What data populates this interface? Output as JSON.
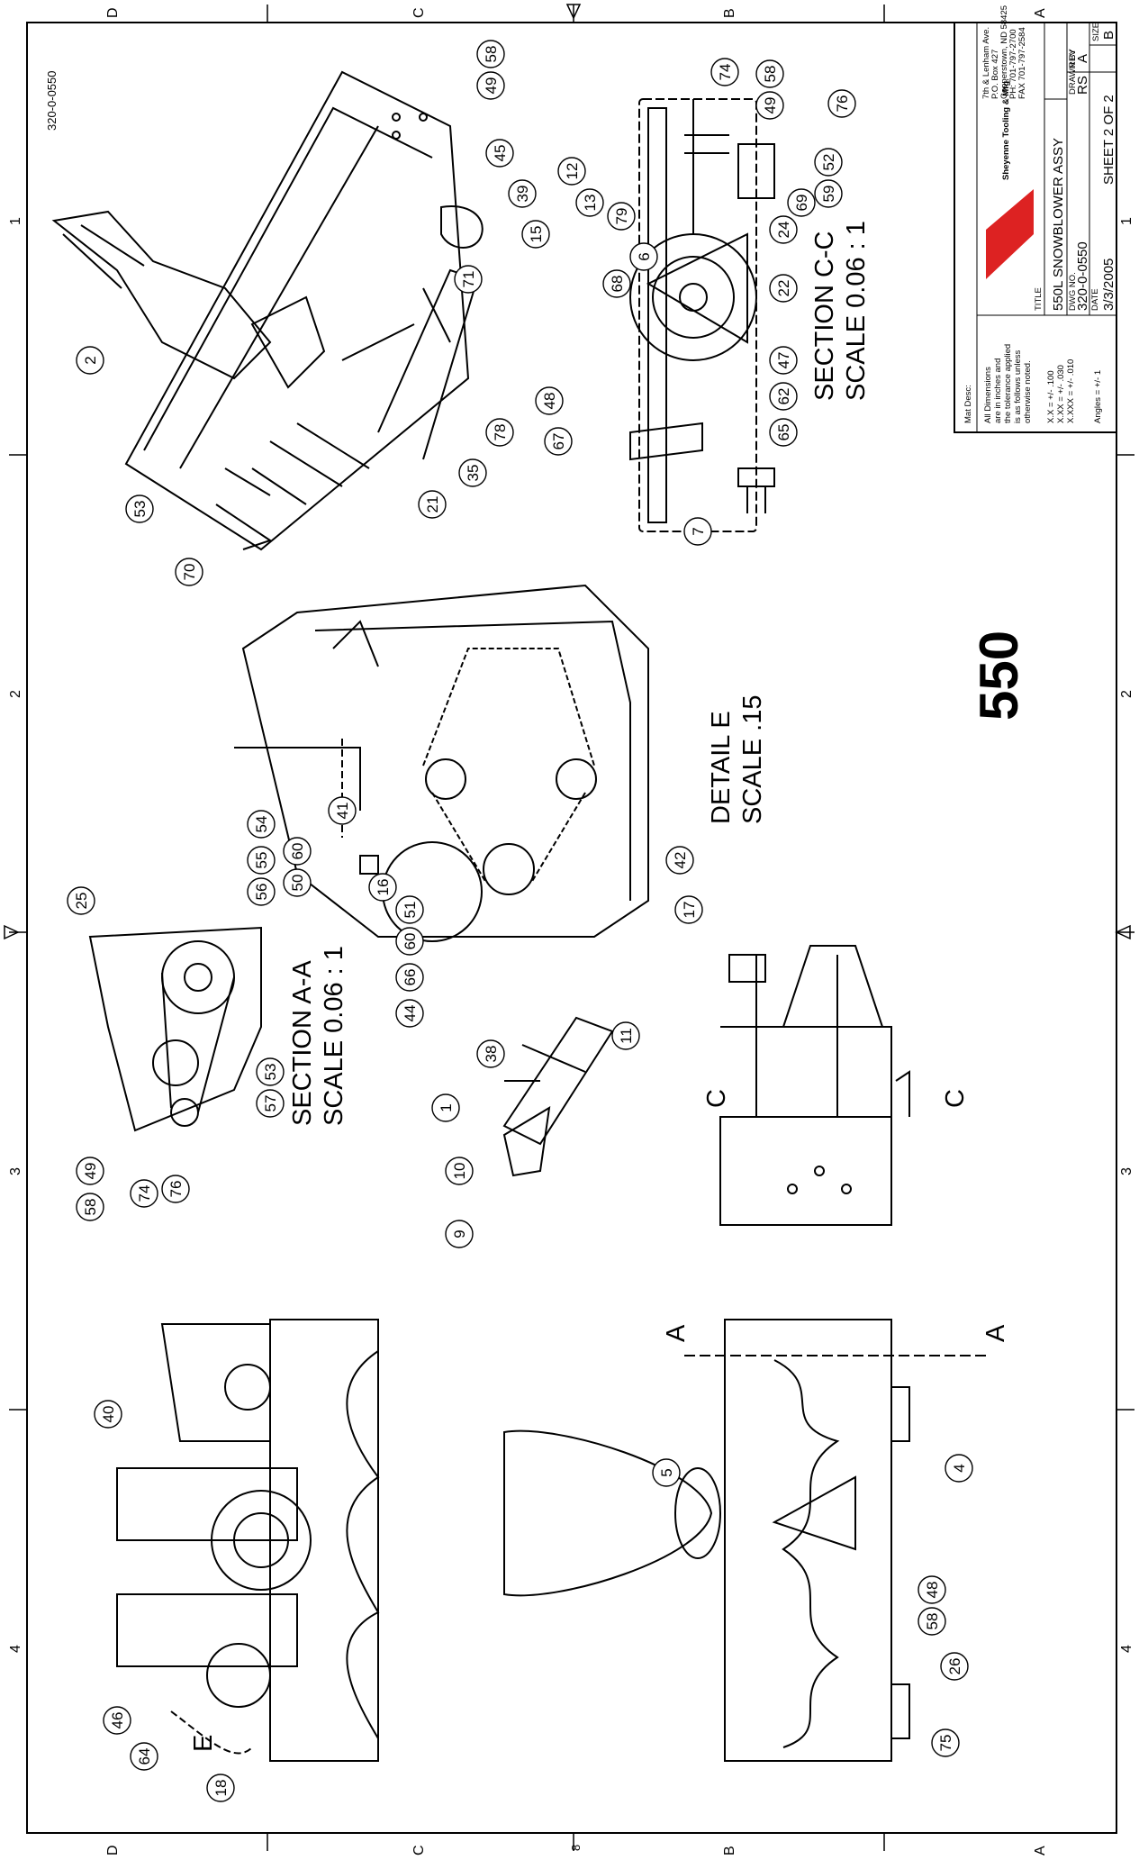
{
  "drawing_number_corner": "320-0-0550",
  "page_mark": "8",
  "model_number": "550",
  "zones": {
    "rows": [
      "D",
      "C",
      "B",
      "A"
    ],
    "cols": [
      "1",
      "2",
      "3",
      "4"
    ]
  },
  "sections": {
    "section_cc": [
      "SECTION C-C",
      "SCALE 0.06 : 1"
    ],
    "detail_e": [
      "DETAIL  E",
      "SCALE .15"
    ],
    "section_aa": [
      "SECTION A-A",
      "SCALE 0.06 : 1"
    ]
  },
  "section_letters": {
    "a": "A",
    "c": "C",
    "e": "E"
  },
  "title_block": {
    "mat_desc": "Mat Desc:",
    "notes": [
      "All Dimensions",
      "are in inches and",
      "the tolerance applied",
      "is as follows unless",
      "otherwise noted."
    ],
    "tolerances": [
      "X.X = +/- .100",
      "X.XX = +/- .030",
      "X.XXX = +/- .010"
    ],
    "angles": "Angles = +/- 1",
    "company": "Sheyenne Tooling & Mfg.",
    "address": [
      "7th & Lenham Ave.",
      "P.O. Box 427",
      "Cooperstown, ND 58425",
      "PH: 701-797-2700",
      "FAX 701-797-2584"
    ],
    "title_label": "TITLE",
    "title": "550L SNOWBLOWER ASSY",
    "dwg_no_label": "DWG NO.",
    "dwg_no": "320-0-0550",
    "drawn_by_label": "DRAWN BY",
    "drawn_by": "RS",
    "rev_label": "REV",
    "rev": "A",
    "date_label": "DATE",
    "date": "3/3/2005",
    "sheet": "SHEET 2 OF 2",
    "size_label": "SIZE",
    "size": "B"
  },
  "balloons": [
    "58",
    "49",
    "45",
    "39",
    "15",
    "71",
    "12",
    "13",
    "79",
    "6",
    "68",
    "74",
    "58",
    "49",
    "76",
    "52",
    "59",
    "69",
    "24",
    "22",
    "47",
    "62",
    "65",
    "2",
    "48",
    "67",
    "78",
    "35",
    "21",
    "53",
    "70",
    "7",
    "54",
    "55",
    "56",
    "50",
    "60",
    "41",
    "16",
    "51",
    "60",
    "66",
    "44",
    "42",
    "17",
    "25",
    "53",
    "57",
    "49",
    "58",
    "74",
    "76",
    "38",
    "1",
    "10",
    "9",
    "11",
    "40",
    "5",
    "4",
    "48",
    "58",
    "26",
    "46",
    "64",
    "18",
    "75"
  ]
}
